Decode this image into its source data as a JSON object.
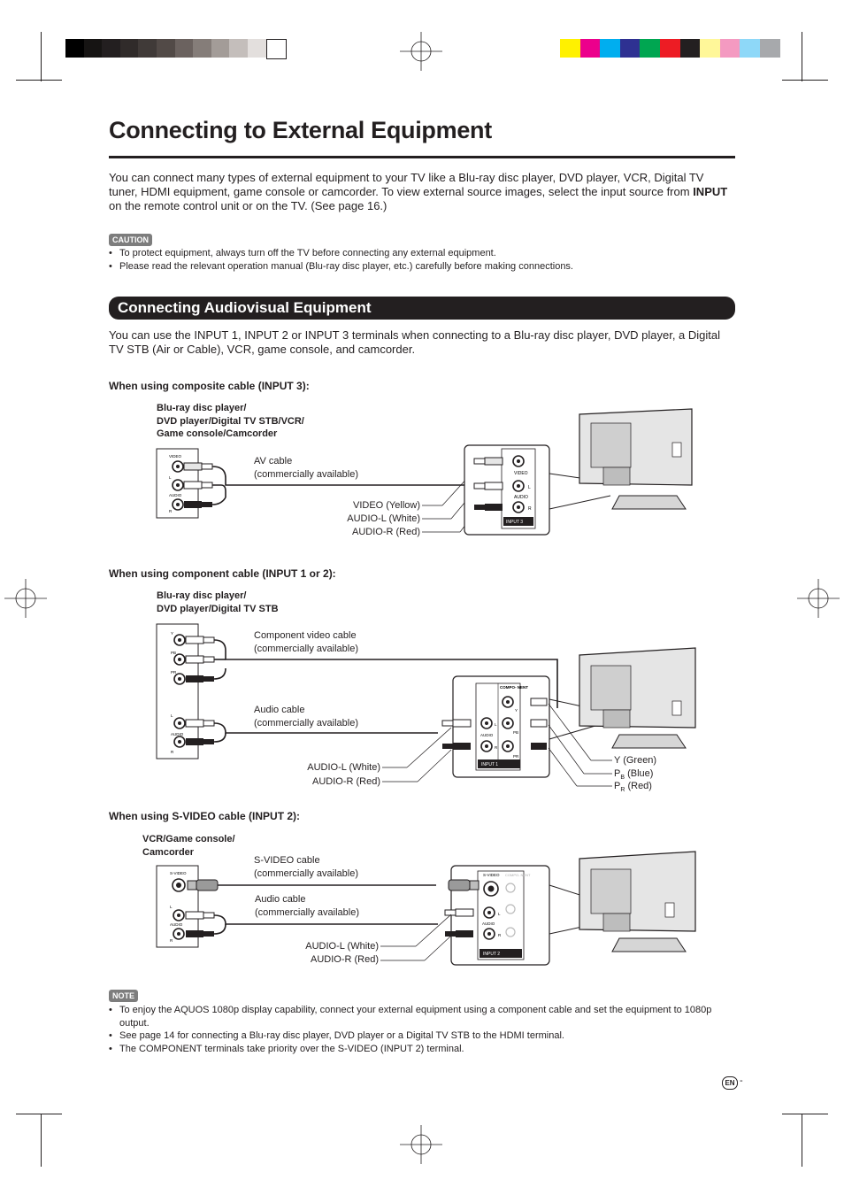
{
  "colors": {
    "grayscale": [
      "#000000",
      "#161413",
      "#231f20",
      "#302b2a",
      "#403a38",
      "#524a47",
      "#6b625f",
      "#857d79",
      "#a39c98",
      "#c4bebb",
      "#e3dfdd",
      "#ffffff"
    ],
    "process": [
      "#fff100",
      "#ec008c",
      "#00aeef",
      "#2e3192",
      "#00a651",
      "#ed1c24",
      "#231f20",
      "#fff799",
      "#f49ac1",
      "#8ed8f8",
      "#a7a9ac"
    ],
    "text": "#231f20",
    "badge": "#7d7d7d"
  },
  "page": {
    "title": "Connecting to External Equipment",
    "intro_1": "You can connect many types of external equipment to your TV like a Blu-ray disc player, DVD player, VCR, Digital TV tuner, HDMI equipment, game console or camcorder. To view external source images, select the input source from ",
    "intro_bold": "INPUT",
    "intro_2": " on the remote control unit or on the TV. (See page 16.)",
    "caution_label": "CAUTION",
    "caution_items": [
      "To protect equipment, always turn off the TV before connecting any external equipment.",
      "Please read the relevant operation manual (Blu-ray disc player, etc.) carefully before making connections."
    ],
    "section_title": "Connecting Audiovisual Equipment",
    "section_intro": "You can use the INPUT 1, INPUT 2 or INPUT 3 terminals when connecting to a Blu-ray disc player, DVD player, a Digital TV STB (Air or Cable), VCR, game console, and camcorder.",
    "note_label": "NOTE",
    "note_items": [
      "To enjoy the AQUOS 1080p display capability, connect your external equipment using a component cable and set the equipment to 1080p output.",
      "See page 14 for connecting a Blu-ray disc player, DVD player or a Digital TV STB to the HDMI terminal.",
      "The COMPONENT terminals take priority over the S-VIDEO (INPUT 2) terminal."
    ],
    "page_lang": "EN",
    "page_dash": "-"
  },
  "composite": {
    "heading": "When using composite cable (INPUT 3):",
    "device": "Blu-ray disc player/\nDVD player/Digital TV STB/VCR/\nGame console/Camcorder",
    "cable": "AV cable\n(commercially available)",
    "video_label": "VIDEO (Yellow)",
    "audio_l_label": "AUDIO-L (White)",
    "audio_r_label": "AUDIO-R (Red)",
    "dev_video": "VIDEO",
    "dev_l": "L",
    "dev_audio": "AUDIO",
    "dev_r": "R",
    "tv_video": "VIDEO",
    "tv_l": "L",
    "tv_audio": "AUDIO",
    "tv_r": "R",
    "tv_input": "INPUT 3"
  },
  "component": {
    "heading": "When using component cable (INPUT 1 or 2):",
    "device": "Blu-ray disc player/\nDVD player/Digital TV STB",
    "video_cable": "Component video cable\n(commercially available)",
    "audio_cable": "Audio cable\n(commercially available)",
    "audio_l_label": "AUDIO-L (White)",
    "audio_r_label": "AUDIO-R (Red)",
    "y_label": "Y (Green)",
    "pb_label_p": "P",
    "pb_label_sub": "B",
    "pb_label_rest": " (Blue)",
    "pr_label_p": "P",
    "pr_label_sub": "R",
    "pr_label_rest": " (Red)",
    "dev_y": "Y",
    "dev_pb": "PB",
    "dev_pr": "PR",
    "dev_l": "L",
    "dev_audio": "AUDIO",
    "dev_r": "R",
    "tv_component": "COMPO-\nNENT",
    "tv_y": "Y",
    "tv_pb": "PB",
    "tv_pr": "PR",
    "tv_l": "L",
    "tv_audio": "AUDIO",
    "tv_r": "R",
    "tv_input": "INPUT 1"
  },
  "svideo": {
    "heading": "When using S-VIDEO cable (INPUT 2):",
    "device": "VCR/Game console/\nCamcorder",
    "svideo_cable": "S-VIDEO cable\n(commercially available)",
    "audio_cable": "Audio cable\n(commercially available)",
    "audio_l_label": "AUDIO-L (White)",
    "audio_r_label": "AUDIO-R (Red)",
    "dev_svideo": "S-VIDEO",
    "dev_l": "L",
    "dev_audio": "AUDIO",
    "dev_r": "R",
    "tv_svideo": "S-VIDEO",
    "tv_component": "COMPO-\nNENT",
    "tv_l": "L",
    "tv_audio": "AUDIO",
    "tv_r": "R",
    "tv_input": "INPUT 2"
  }
}
